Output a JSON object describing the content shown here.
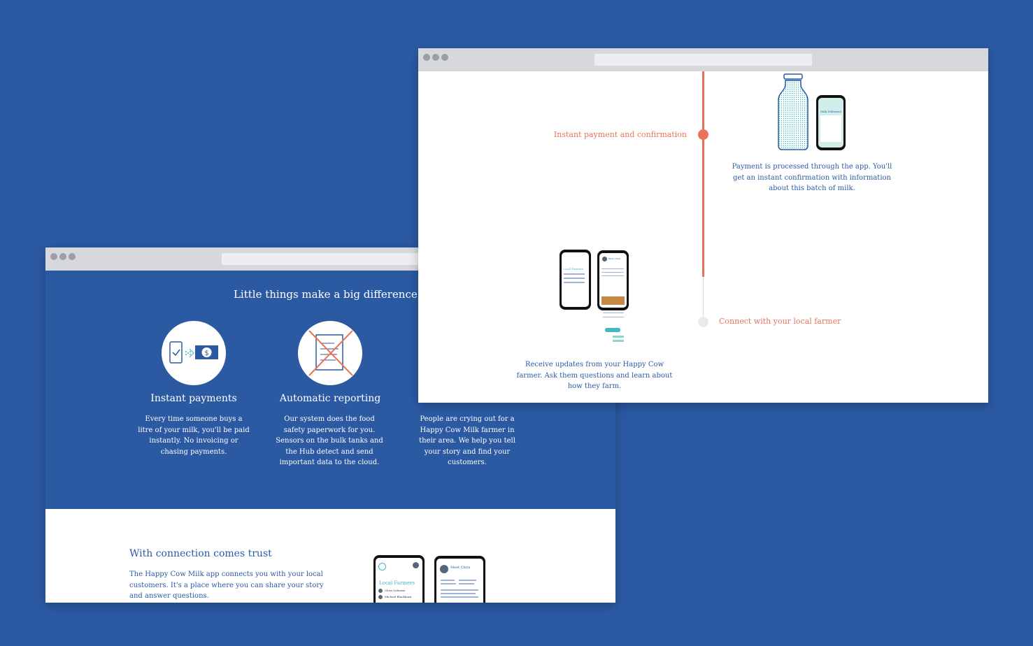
{
  "back_window": {
    "headline": "Little things make a big difference...",
    "features": [
      {
        "title": "Instant payments",
        "text": "Every time someone buys a litre of your milk, you'll be paid instantly. No invoicing or chasing payments."
      },
      {
        "title": "Automatic reporting",
        "text": "Our system does the  food safety paperwork for you. Sensors on the bulk tanks and the Hub detect and send important data to the cloud."
      },
      {
        "title": "",
        "text": "People are crying out for a Happy Cow Milk farmer in their area. We help you tell your story and find your customers."
      }
    ],
    "trust": {
      "title": "With connection comes trust",
      "text": "The Happy Cow Milk app connects you with your local customers. It's a place where you can share your story and answer questions."
    },
    "phone_screens": {
      "local_farmers": "Local Farmers",
      "farmer_1": "Chris Osborne",
      "farmer_2": "Michael Blackburn",
      "meet": "Meet Chris"
    }
  },
  "front_window": {
    "step1_label": "Instant payment and confirmation",
    "step1_text": "Payment is processed through the app. You'll get an instant confirmation with information about this batch of milk.",
    "step2_label": "Connect with your local farmer",
    "step2_text": "Receive updates from your Happy Cow farmer. Ask them questions and learn about how they farm.",
    "phone_screens": {
      "milk_delivered": "Milk Delivered",
      "local_farmers": "Local Farmers",
      "meet": "Meet Chris"
    }
  },
  "colors": {
    "background": "#2b5aa3",
    "accent": "#e8735a",
    "teal": "#3fb8c4"
  }
}
